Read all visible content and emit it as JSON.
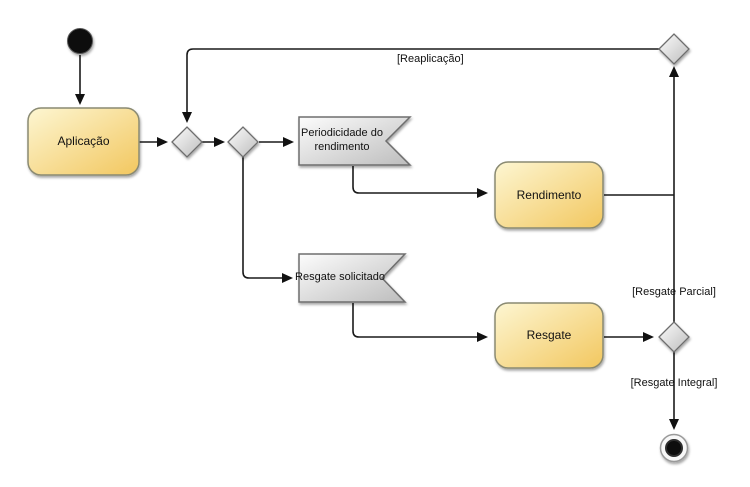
{
  "diagram": {
    "type": "uml-activity-diagram",
    "nodes": {
      "initial": {
        "type": "initial-node"
      },
      "aplicacao": {
        "type": "action",
        "label": "Aplicação"
      },
      "periodicidade": {
        "type": "signal-receipt",
        "label": "Periodicidade do rendimento"
      },
      "rendimento": {
        "type": "action",
        "label": "Rendimento"
      },
      "resgate_solicitado": {
        "type": "signal-receipt",
        "label": "Resgate solicitado"
      },
      "resgate": {
        "type": "action",
        "label": "Resgate"
      },
      "merge_left": {
        "type": "merge-node"
      },
      "decision_main": {
        "type": "decision-node"
      },
      "merge_top_right": {
        "type": "merge-node"
      },
      "decision_right": {
        "type": "decision-node"
      },
      "final": {
        "type": "activity-final-node"
      }
    },
    "guards": {
      "reaplicacao": "[Reaplicação]",
      "resgate_parcial": "[Resgate Parcial]",
      "resgate_integral": "[Resgate Integral]"
    },
    "colors": {
      "action_fill_light": "#FDF6D2",
      "action_fill_dark": "#F2C75F",
      "action_border": "#8C8452",
      "signal_fill_light": "#FCFCFC",
      "signal_fill_dark": "#BDBDBD",
      "signal_border": "#6E6E6E",
      "connector": "#1A1A1A",
      "background": "#FFFFFF"
    }
  }
}
